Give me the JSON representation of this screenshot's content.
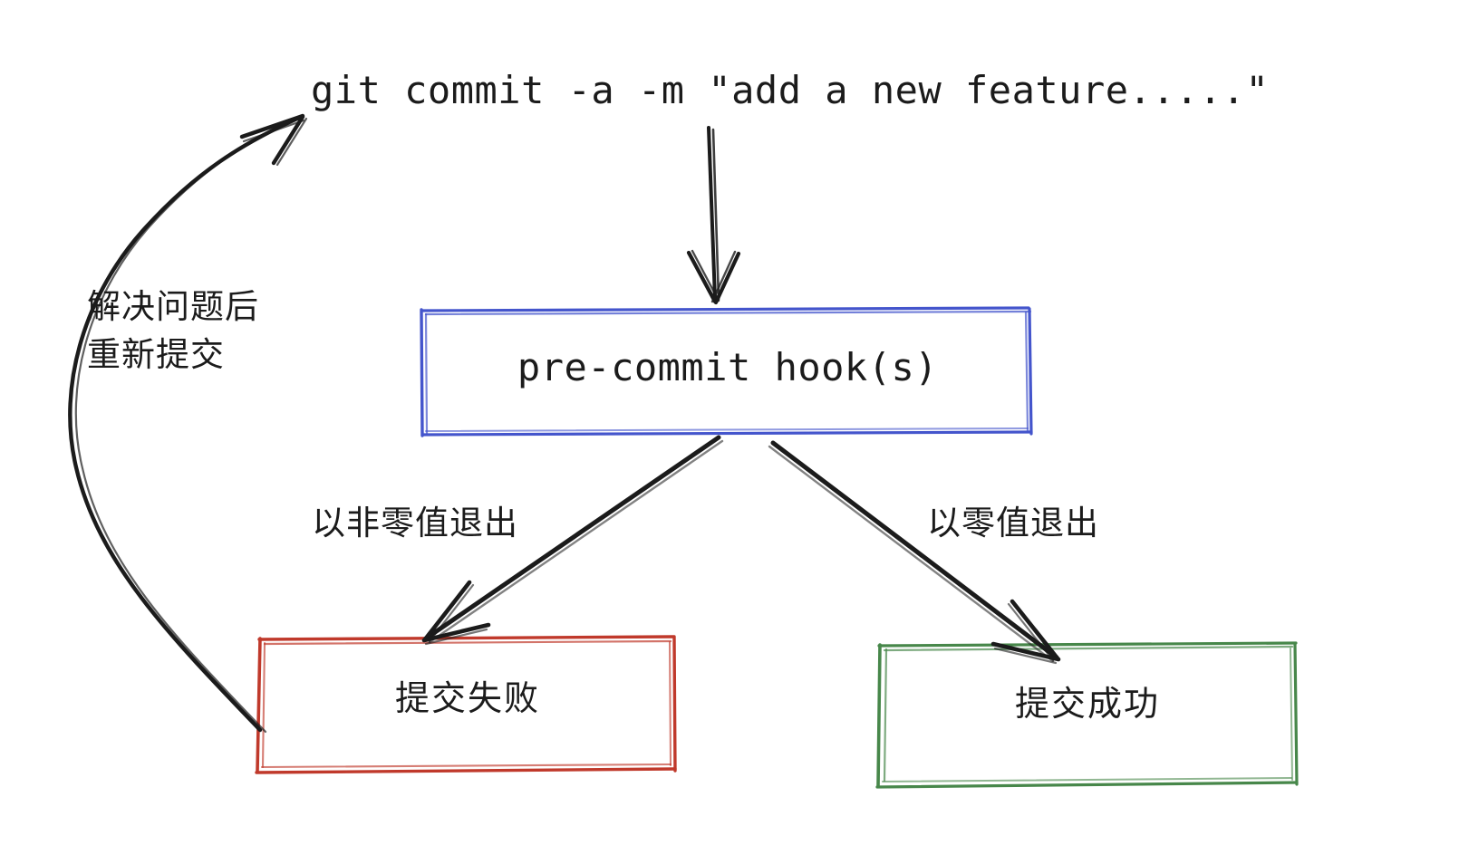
{
  "diagram": {
    "type": "flowchart",
    "title": "git pre-commit hook flow",
    "background_color": "#ffffff",
    "ink_color": "#1b1b1b",
    "style": "hand-drawn"
  },
  "command": {
    "text": "git commit -a -m \"add a new feature.....\""
  },
  "nodes": [
    {
      "id": "hook",
      "label": "pre-commit hook(s)",
      "color": "#4455cc",
      "shape": "rectangle"
    },
    {
      "id": "fail",
      "label": "提交失败",
      "color": "#c0392b",
      "shape": "rectangle"
    },
    {
      "id": "success",
      "label": "提交成功",
      "color": "#47874a",
      "shape": "rectangle"
    }
  ],
  "edges": [
    {
      "id": "cmd-to-hook",
      "from": "command",
      "to": "hook",
      "label": "",
      "color": "#1b1b1b"
    },
    {
      "id": "hook-to-fail",
      "from": "hook",
      "to": "fail",
      "label": "以非零值退出",
      "color": "#1b1b1b"
    },
    {
      "id": "hook-to-success",
      "from": "hook",
      "to": "success",
      "label": "以零值退出",
      "color": "#1b1b1b"
    },
    {
      "id": "fail-to-cmd",
      "from": "fail",
      "to": "command",
      "label_line1": "解决问题后",
      "label_line2": "重新提交",
      "color": "#1b1b1b"
    }
  ],
  "labels": {
    "exit_nonzero": "以非零值退出",
    "exit_zero": "以零值退出",
    "retry_line1": "解决问题后",
    "retry_line2": "重新提交"
  }
}
